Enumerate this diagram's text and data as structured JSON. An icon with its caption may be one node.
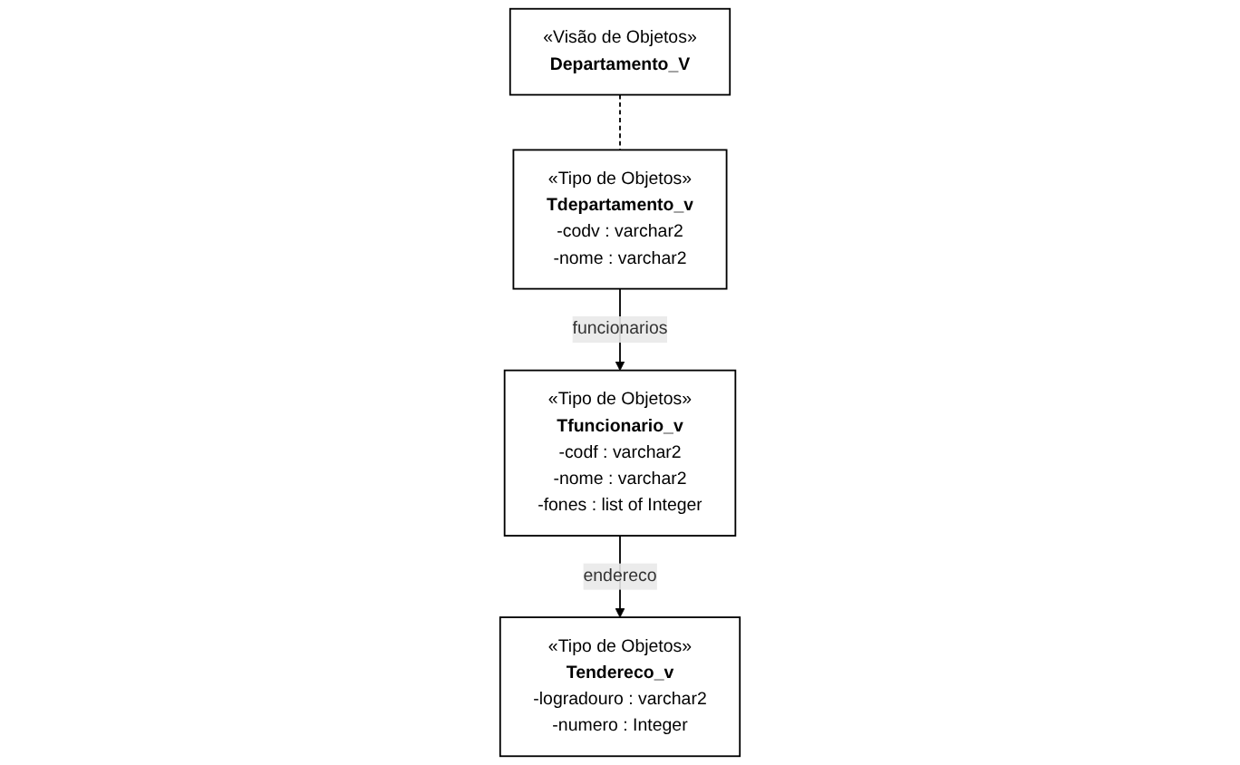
{
  "diagram": {
    "nodes": [
      {
        "text": [
          "«Visão de Objetos»",
          "Departamento_V"
        ]
      },
      {
        "text": [
          "«Tipo de Objetos»",
          "Tendereco_v",
          "-logradouro : varchar2",
          "-numero : Integer"
        ]
      },
      {
        "text": [
          "«Tipo de Objetos»",
          "Tdepartamento_v",
          "-codv : varchar2",
          "-nome : varchar2"
        ]
      },
      {
        "text": [
          "«Tipo de Objetos»",
          "Tfuncionario_v",
          "-codf : varchar2",
          "-nome : varchar2",
          "-fones : list of Integer"
        ]
      }
    ],
    "edges": [
      {
        "from": 0,
        "to": 2,
        "arrow": "none",
        "style": "dashed"
      },
      {
        "from": 2,
        "to": 3,
        "arrow": "to",
        "label": "funcionarios"
      },
      {
        "from": 3,
        "to": 1,
        "arrow": "to",
        "label": "endereco"
      }
    ]
  }
}
